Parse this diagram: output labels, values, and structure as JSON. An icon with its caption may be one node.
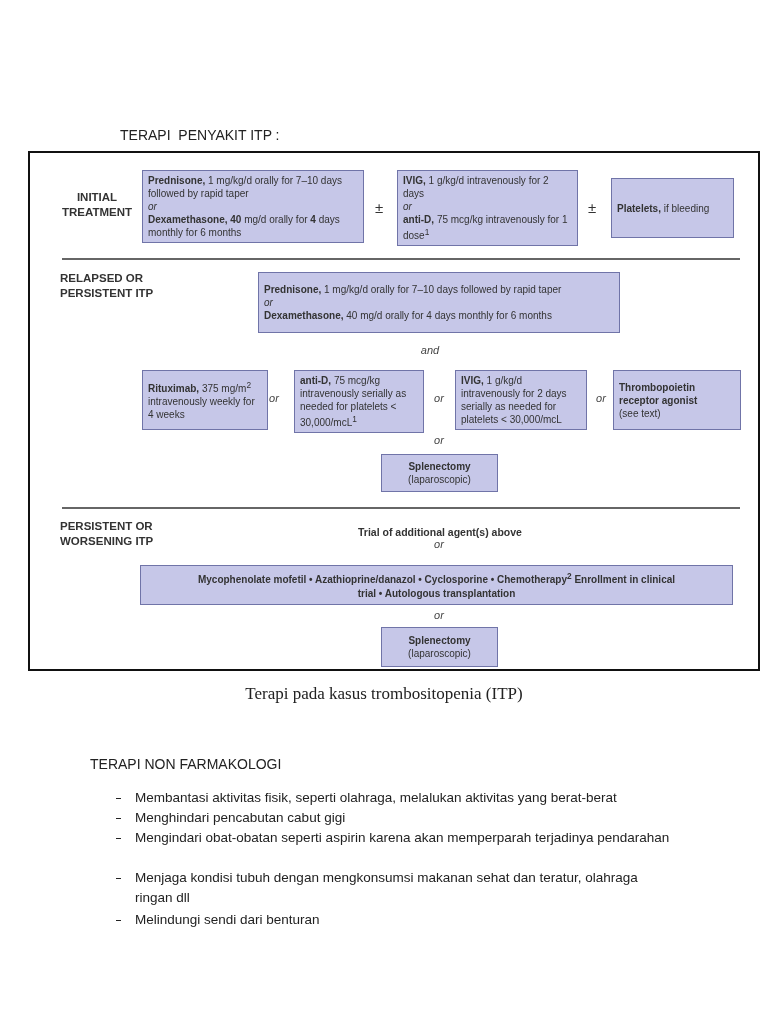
{
  "diagram": {
    "title": "TERAPI  PENYAKIT ITP :",
    "caption": "Terapi pada kasus trombositopenia (ITP)",
    "nodes": [
      {
        "text": [
          "**Prednisone,** 1 mg/kg/d orally for 7–10 days followed by rapid taper",
          "or",
          "**Dexamethasone, 40** mg/d orally for **4** days monthly for 6 months"
        ]
      },
      {
        "text": [
          "**IVIG,** 1 g/kg/d intravenously for 2 days",
          "or",
          "**anti-D,** 75 mcg/kg intravenously for 1 dose$^{1}$"
        ]
      },
      {
        "text": [
          "**Platelets,** if bleeding"
        ]
      },
      {
        "text": [
          "**Prednisone,** 1 mg/kg/d orally for 7–10 days followed by rapid taper",
          "or",
          "**Dexamethasone,** 40 mg/d orally for 4 days monthly for 6 months"
        ]
      },
      {
        "text": [
          "**Rituximab,** 375 mg/m$^{2}$ intravenously weekly for 4 weeks"
        ]
      },
      {
        "text": [
          "**anti-D,** 75 mcg/kg intravenously serially as needed for platelets < 30,000/mcL$^{1}$"
        ]
      },
      {
        "text": [
          "**IVIG,** 1 g/kg/d intravenously for 2 days serially as needed for platelets < 30,000/mcL"
        ]
      },
      {
        "text": [
          "Thrombopoietin receptor agonist",
          "(see text)"
        ]
      },
      {
        "text": [
          "Splenectomy",
          "(laparoscopic)"
        ]
      },
      {
        "text": [
          "Mycophenolate mofetil • Azathioprine/danazol • Cyclosporine • Chemotherapy$^{2}$ Enrollment in clinical trial • Autologous transplantation"
        ]
      },
      {
        "text": [
          "Splenectomy",
          "(laparoscopic)"
        ]
      }
    ],
    "edges": [],
    "labels": [
      "INITIAL TREATMENT",
      "±",
      "±",
      "RELAPSED OR PERSISTENT ITP",
      "and",
      "or",
      "or",
      "or",
      "or",
      "PERSISTENT OR WORSENING ITP",
      "Trial of additional agent(s) above",
      "or",
      "or",
      "TERAPI NON FARMAKOLOGI",
      "Membantasi aktivitas fisik, seperti olahraga, melalukan aktivitas yang berat-berat",
      "Menghindari pencabutan cabut gigi",
      "Mengindari obat-obatan seperti aspirin karena akan memperparah terjadinya pendarahan",
      "Menjaga kondisi tubuh dengan mengkonsumsi makanan sehat dan teratur, olahraga ringan dll",
      "Melindungi sendi dari benturan"
    ]
  }
}
